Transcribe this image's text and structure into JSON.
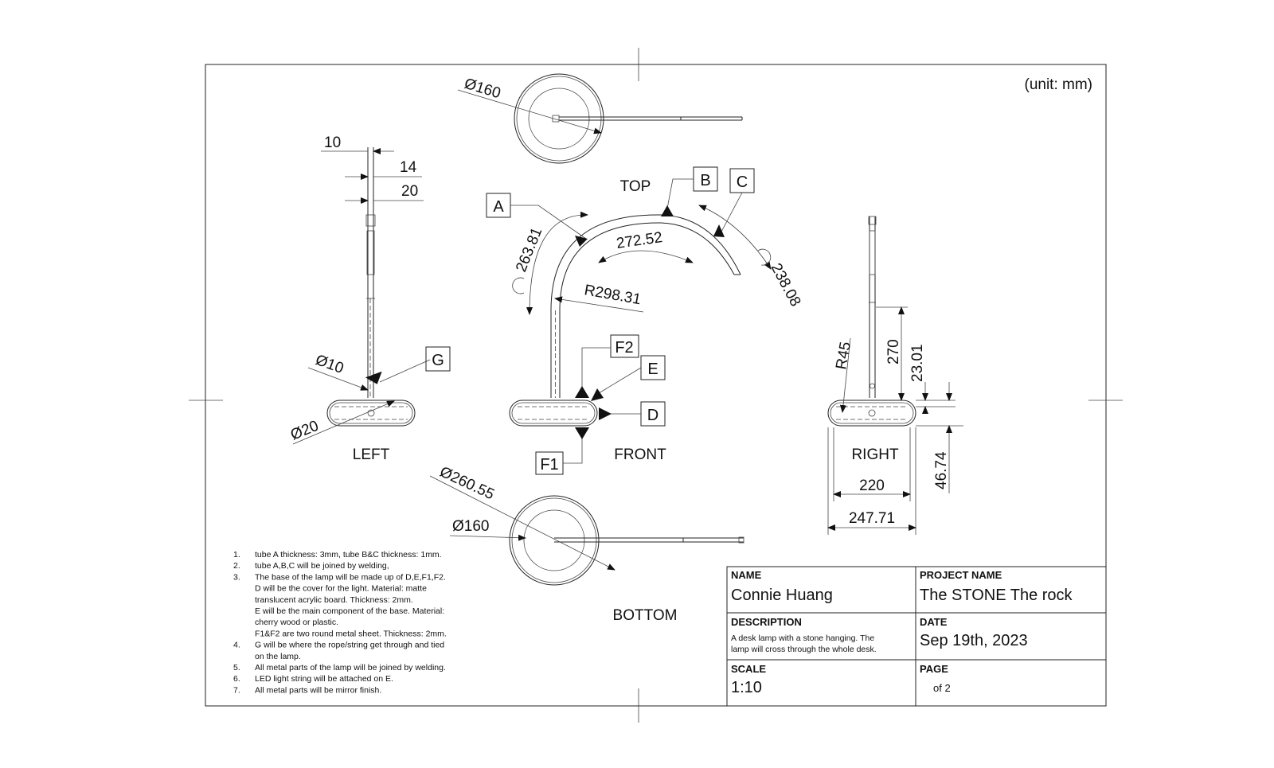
{
  "unit_note": "(unit: mm)",
  "views": {
    "top": "TOP",
    "left": "LEFT",
    "front": "FRONT",
    "right": "RIGHT",
    "bottom": "BOTTOM"
  },
  "dimensions": {
    "top_dia": "Ø160",
    "left_10": "10",
    "left_14": "14",
    "left_20": "20",
    "left_dia10": "Ø10",
    "left_dia20": "Ø20",
    "arc_a": "263.81",
    "arc_b": "272.52",
    "arc_c": "238.08",
    "radius": "R298.31",
    "right_r45": "R45",
    "right_270": "270",
    "right_23": "23.01",
    "right_4674": "46.74",
    "right_220": "220",
    "right_24771": "247.71",
    "bottom_dia_outer": "Ø260.55",
    "bottom_dia_inner": "Ø160"
  },
  "callouts": {
    "a": "A",
    "b": "B",
    "c": "C",
    "d": "D",
    "e": "E",
    "f1": "F1",
    "f2": "F2",
    "g": "G"
  },
  "notes": [
    {
      "num": "1.",
      "lines": [
        "tube A thickness: 3mm, tube B&C thickness: 1mm."
      ]
    },
    {
      "num": "2.",
      "lines": [
        "tube A,B,C will be joined by welding,"
      ]
    },
    {
      "num": "3.",
      "lines": [
        "The base of the lamp will be made up of D,E,F1,F2.",
        " D will be the cover for the light. Material: matte",
        "translucent acrylic board. Thickness: 2mm.",
        "E will be the main component of the base. Material:",
        "cherry wood or plastic.",
        "F1&F2 are two round metal sheet. Thickness: 2mm."
      ]
    },
    {
      "num": "4.",
      "lines": [
        "G will be where the rope/string get through and tied",
        "on the lamp."
      ]
    },
    {
      "num": "5.",
      "lines": [
        "All metal parts of the lamp will be joined by welding."
      ]
    },
    {
      "num": "6.",
      "lines": [
        "LED light string will be attached on E."
      ]
    },
    {
      "num": "7.",
      "lines": [
        "All metal parts will be mirror finish."
      ]
    }
  ],
  "title_block": {
    "name_label": "NAME",
    "name_value": "Connie Huang",
    "project_label": "PROJECT NAME",
    "project_value": "The STONE The rock",
    "description_label": "DESCRIPTION",
    "description_line1": "A desk lamp with a stone hanging. The",
    "description_line2": "lamp will cross through the whole desk.",
    "date_label": "DATE",
    "date_value": "Sep 19th, 2023",
    "scale_label": "SCALE",
    "scale_value": "1:10",
    "page_label": "PAGE",
    "page_value": "of 2"
  }
}
